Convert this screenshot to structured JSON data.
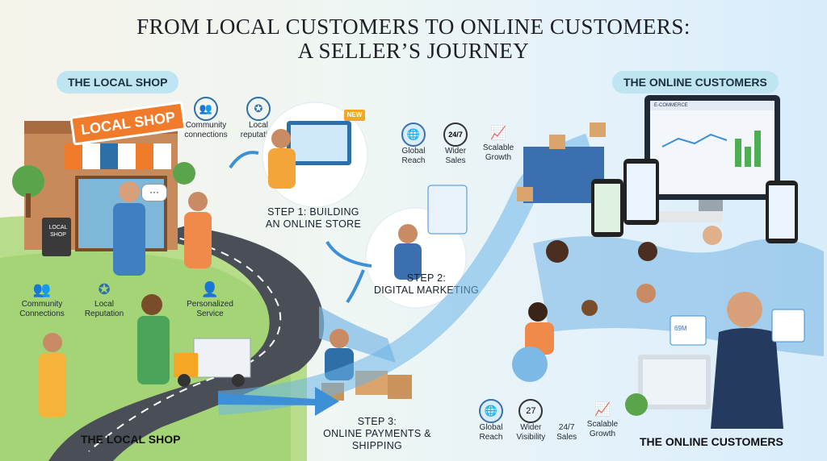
{
  "title": {
    "line1": "FROM LOCAL CUSTOMERS TO ONLINE CUSTOMERS:",
    "line2": "A SELLER’S JOURNEY"
  },
  "local": {
    "pill": "THE LOCAL SHOP",
    "sign": "LOCAL SHOP",
    "board": "LOCAL SHOP",
    "top_icons": [
      {
        "label": "Community connections",
        "icon": "people-icon"
      },
      {
        "label": "Local reputation",
        "icon": "rosette-icon"
      }
    ],
    "mid_icons": [
      {
        "label": "Community Connections",
        "icon": "people-icon"
      },
      {
        "label": "Local Reputation",
        "icon": "rosette-icon"
      },
      {
        "label": "Personalized Service",
        "icon": "person-icon"
      }
    ],
    "bottom": "THE LOCAL SHOP"
  },
  "steps": [
    {
      "label": "STEP 1: BUILDING AN ONLINE STORE",
      "l1": "STEP 1: BUILDING",
      "l2": "AN ONLINE STORE"
    },
    {
      "label": "STEP 2: DIGITAL MARKETING",
      "l1": "STEP 2:",
      "l2": "DIGITAL MARKETING"
    },
    {
      "label": "STEP 3: ONLINE PAYMENTS & SHIPPING",
      "l1": "STEP 3:",
      "l2": "ONLINE PAYMENTS &",
      "l3": "SHIPPING"
    }
  ],
  "step1_badge": "NEW",
  "reach_top": [
    {
      "l1": "Global",
      "l2": "Reach",
      "icon": "globe-icon"
    },
    {
      "l1": "Wider",
      "l2": "Sales",
      "icon": "clock-247-icon",
      "glyph": "24/7"
    },
    {
      "l1": "Scalable",
      "l2": "Growth",
      "icon": "growth-chart-icon"
    }
  ],
  "online": {
    "pill": "THE ONLINE CUSTOMERS",
    "monitor_header": "E-COMMERCE",
    "bottom": "THE ONLINE CUSTOMERS",
    "bottom_icons": [
      {
        "l1": "Global",
        "l2": "Reach",
        "icon": "globe-icon"
      },
      {
        "l1": "Wider",
        "l2": "Visibility",
        "icon": "clock-icon",
        "glyph": "27"
      },
      {
        "l1": "24/7",
        "l2": "Sales",
        "icon": "none"
      },
      {
        "l1": "Scalable",
        "l2": "Growth",
        "icon": "growth-chart-icon"
      }
    ],
    "tablet_text": "69M"
  },
  "colors": {
    "pill": "#bfe4f2",
    "road": "#4a4f57",
    "arrow": "#3d8fd6",
    "awning_orange": "#f07b2b",
    "awning_blue": "#2e6fa8",
    "grass": "#9ccc65",
    "container": "#3b6fb0"
  }
}
